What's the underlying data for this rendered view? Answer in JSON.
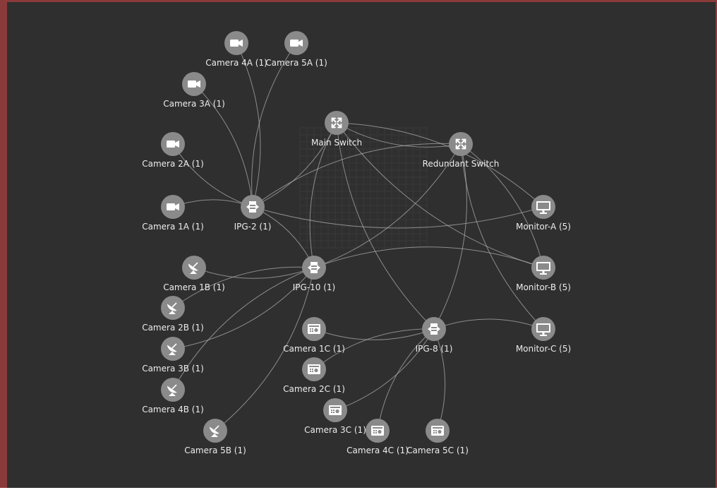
{
  "colors": {
    "background": "#2f2f2f",
    "frame": "#8b3a3a",
    "node": "#8a8a8a",
    "icon": "#ffffff",
    "edge": "#b4b4b4",
    "label": "#ececec"
  },
  "nodes": [
    {
      "id": "camera-4a",
      "label": "Camera 4A (1)",
      "icon": "video-camera-icon"
    },
    {
      "id": "camera-5a",
      "label": "Camera 5A (1)",
      "icon": "video-camera-icon"
    },
    {
      "id": "camera-3a",
      "label": "Camera 3A (1)",
      "icon": "video-camera-icon"
    },
    {
      "id": "camera-2a",
      "label": "Camera 2A (1)",
      "icon": "video-camera-icon"
    },
    {
      "id": "camera-1a",
      "label": "Camera 1A (1)",
      "icon": "video-camera-icon"
    },
    {
      "id": "ipg-2",
      "label": "IPG-2 (1)",
      "icon": "gateway-icon"
    },
    {
      "id": "main-switch",
      "label": "Main Switch",
      "icon": "switch-arrows-icon"
    },
    {
      "id": "redundant-switch",
      "label": "Redundant Switch",
      "icon": "switch-arrows-icon"
    },
    {
      "id": "monitor-a",
      "label": "Monitor-A (5)",
      "icon": "monitor-icon"
    },
    {
      "id": "camera-1b",
      "label": "Camera 1B (1)",
      "icon": "satellite-dish-icon"
    },
    {
      "id": "ipg-10",
      "label": "IPG-10 (1)",
      "icon": "gateway-icon"
    },
    {
      "id": "monitor-b",
      "label": "Monitor-B (5)",
      "icon": "monitor-icon"
    },
    {
      "id": "camera-2b",
      "label": "Camera 2B (1)",
      "icon": "satellite-dish-icon"
    },
    {
      "id": "camera-1c",
      "label": "Camera 1C (1)",
      "icon": "radio-device-icon"
    },
    {
      "id": "ipg-8",
      "label": "IPG-8 (1)",
      "icon": "gateway-icon"
    },
    {
      "id": "monitor-c",
      "label": "Monitor-C (5)",
      "icon": "monitor-icon"
    },
    {
      "id": "camera-3b",
      "label": "Camera 3B (1)",
      "icon": "satellite-dish-icon"
    },
    {
      "id": "camera-2c",
      "label": "Camera 2C (1)",
      "icon": "radio-device-icon"
    },
    {
      "id": "camera-4b",
      "label": "Camera 4B (1)",
      "icon": "satellite-dish-icon"
    },
    {
      "id": "camera-3c",
      "label": "Camera 3C (1)",
      "icon": "radio-device-icon"
    },
    {
      "id": "camera-4c",
      "label": "Camera 4C (1)",
      "icon": "radio-device-icon"
    },
    {
      "id": "camera-5c",
      "label": "Camera 5C (1)",
      "icon": "radio-device-icon"
    },
    {
      "id": "camera-5b",
      "label": "Camera 5B (1)",
      "icon": "satellite-dish-icon"
    }
  ],
  "edges": [
    {
      "from": "camera-4a",
      "to": "ipg-2"
    },
    {
      "from": "camera-5a",
      "to": "ipg-2"
    },
    {
      "from": "camera-3a",
      "to": "ipg-2"
    },
    {
      "from": "camera-2a",
      "to": "ipg-2"
    },
    {
      "from": "camera-1a",
      "to": "ipg-2"
    },
    {
      "from": "ipg-2",
      "to": "main-switch"
    },
    {
      "from": "ipg-2",
      "to": "redundant-switch"
    },
    {
      "from": "ipg-2",
      "to": "monitor-a"
    },
    {
      "from": "ipg-2",
      "to": "ipg-10"
    },
    {
      "from": "camera-1b",
      "to": "ipg-10"
    },
    {
      "from": "camera-2b",
      "to": "ipg-10"
    },
    {
      "from": "camera-3b",
      "to": "ipg-10"
    },
    {
      "from": "camera-4b",
      "to": "ipg-10"
    },
    {
      "from": "camera-5b",
      "to": "ipg-10"
    },
    {
      "from": "ipg-10",
      "to": "main-switch"
    },
    {
      "from": "ipg-10",
      "to": "redundant-switch"
    },
    {
      "from": "ipg-10",
      "to": "monitor-b"
    },
    {
      "from": "camera-1c",
      "to": "ipg-8"
    },
    {
      "from": "camera-2c",
      "to": "ipg-8"
    },
    {
      "from": "camera-3c",
      "to": "ipg-8"
    },
    {
      "from": "camera-4c",
      "to": "ipg-8"
    },
    {
      "from": "camera-5c",
      "to": "ipg-8"
    },
    {
      "from": "ipg-8",
      "to": "main-switch"
    },
    {
      "from": "ipg-8",
      "to": "redundant-switch"
    },
    {
      "from": "ipg-8",
      "to": "monitor-c"
    },
    {
      "from": "main-switch",
      "to": "redundant-switch"
    },
    {
      "from": "main-switch",
      "to": "monitor-a"
    },
    {
      "from": "main-switch",
      "to": "monitor-b"
    },
    {
      "from": "redundant-switch",
      "to": "monitor-b"
    },
    {
      "from": "redundant-switch",
      "to": "monitor-c"
    }
  ]
}
